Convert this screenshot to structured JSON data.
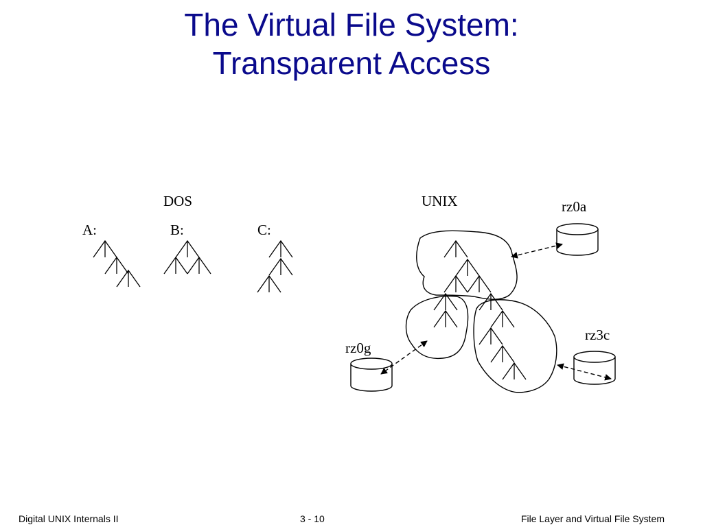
{
  "slide": {
    "title_line1": "The Virtual File System:",
    "title_line2": "Transparent Access"
  },
  "dos": {
    "label": "DOS",
    "drives": [
      "A:",
      "B:",
      "C:"
    ]
  },
  "unix": {
    "label": "UNIX"
  },
  "disks": {
    "rz0a": "rz0a",
    "rz0g": "rz0g",
    "rz3c": "rz3c"
  },
  "footer": {
    "left": "Digital UNIX Internals II",
    "center": "3 - 10",
    "right": "File Layer and Virtual File System"
  },
  "colors": {
    "title": "#0a0a8c",
    "ink": "#000000"
  }
}
